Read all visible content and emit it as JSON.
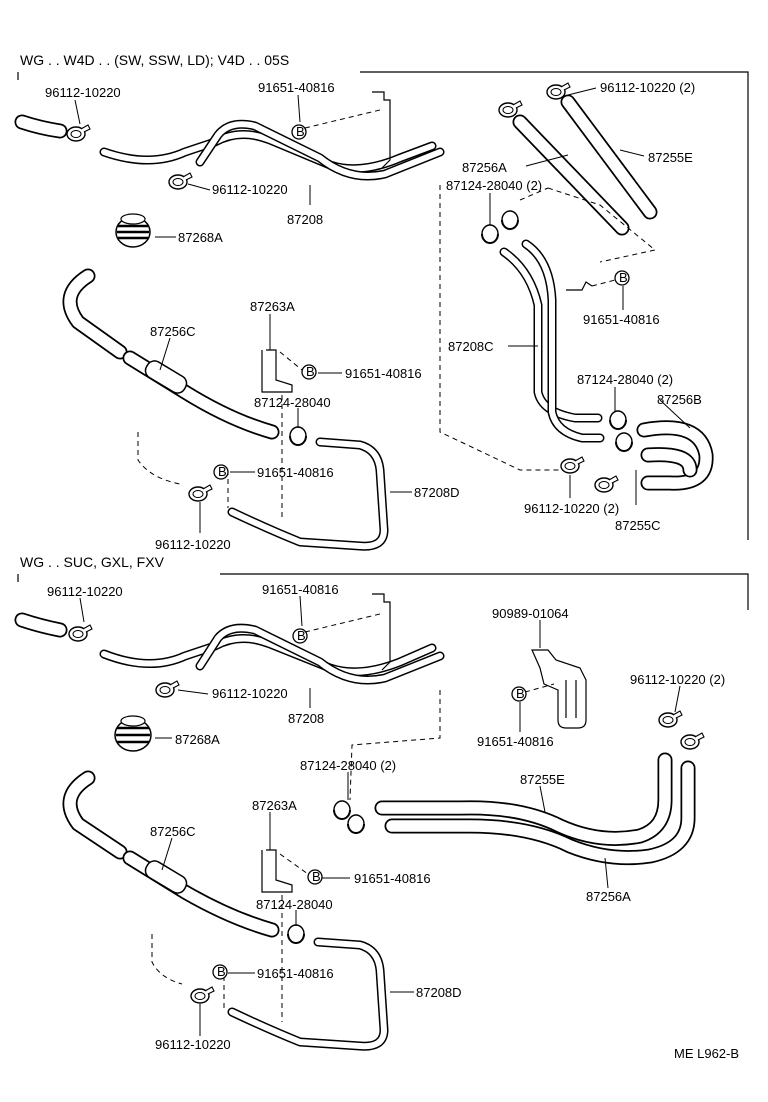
{
  "section1": {
    "title": "WG . . W4D . . (SW, SSW, LD); V4D . . 05S",
    "labels": {
      "clamp_top_left": "96112-10220",
      "bolt_top": "91651-40816",
      "clamp_top_right": "96112-10220 (2)",
      "hose_87256A": "87256A",
      "hose_87255E": "87255E",
      "clamp_87124_upper": "87124-28040 (2)",
      "clamp_mid": "96112-10220",
      "pipe_87208": "87208",
      "grommet_87268A": "87268A",
      "bolt_right": "91651-40816",
      "bracket_87263A": "87263A",
      "hose_87256C": "87256C",
      "pipe_87208C": "87208C",
      "bolt_mid": "91651-40816",
      "clamp_87124_right": "87124-28040 (2)",
      "hose_87256B": "87256B",
      "clamp_87124_mid": "87124-28040",
      "bolt_lower": "91651-40816",
      "pipe_87208D": "87208D",
      "clamp_bottom_right": "96112-10220 (2)",
      "hose_87255C": "87255C",
      "clamp_bottom_left": "96112-10220"
    }
  },
  "section2": {
    "title": "WG . . SUC, GXL, FXV",
    "labels": {
      "clamp_top_left": "96112-10220",
      "bolt_top": "91651-40816",
      "bracket_90989": "90989-01064",
      "clamp_mid": "96112-10220",
      "clamp_right": "96112-10220 (2)",
      "pipe_87208": "87208",
      "bolt_right": "91651-40816",
      "grommet_87268A": "87268A",
      "clamp_87124_upper": "87124-28040 (2)",
      "hose_87255E": "87255E",
      "bracket_87263A": "87263A",
      "hose_87256C": "87256C",
      "bolt_mid": "91651-40816",
      "hose_87256A": "87256A",
      "clamp_87124_mid": "87124-28040",
      "bolt_lower": "91651-40816",
      "pipe_87208D": "87208D",
      "clamp_bottom_left": "96112-10220"
    }
  },
  "footer": {
    "code": "ME L962-B"
  },
  "symbols": {
    "bolt_mark": "B"
  }
}
